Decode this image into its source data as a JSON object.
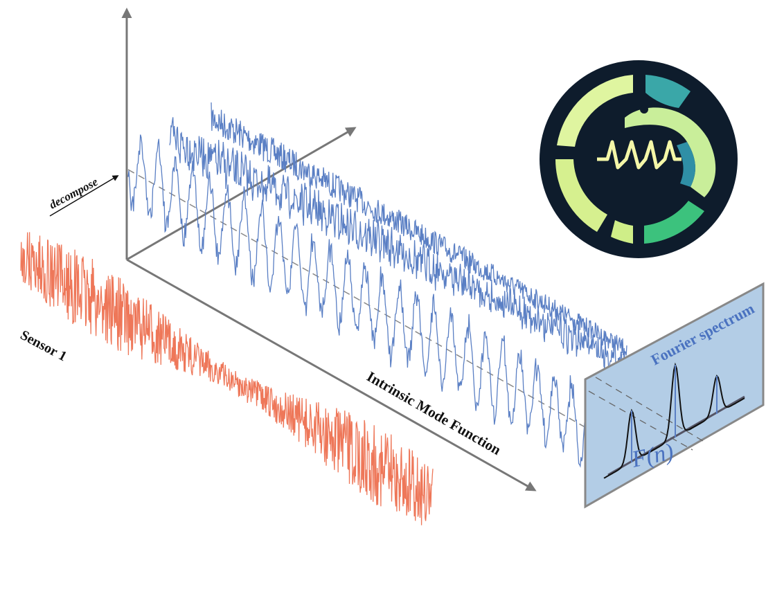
{
  "labels": {
    "decompose": "decompose",
    "sensor": "Sensor 1",
    "imf_axis": "Intrinsic Mode Function",
    "spectrum_title": "Fourier spectrum",
    "spectrum_fn": "F(n)"
  },
  "colors": {
    "raw_signal": "#ee7759",
    "imf_signal": "#5a7fc4",
    "axis": "#777777",
    "panel_fill": "#b3cde6",
    "panel_text": "#4a72c0",
    "logo_dark": "#0e1c2c",
    "logo_lime": "#dff5a0",
    "logo_teal": "#3aa7a8",
    "logo_green": "#3cc27d"
  },
  "logo": {
    "name": "snake-waveform-logo"
  }
}
